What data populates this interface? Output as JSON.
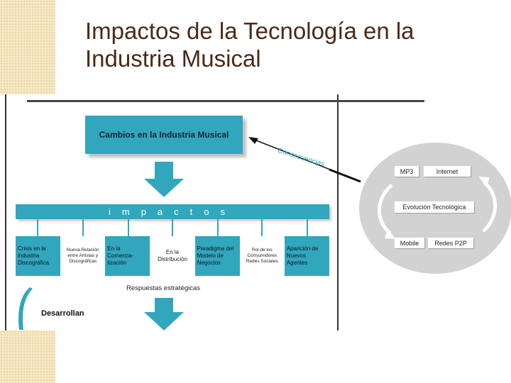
{
  "slide": {
    "title": "Impactos de la Tecnología en la Industria Musical"
  },
  "diagram": {
    "changes_box": "Cambios en la Industria Musical",
    "consequences_label": "Consecuencias",
    "impacts_header": "Impactos",
    "impacts": [
      {
        "label": "Crisis en la industria Discográfica",
        "style": "teal"
      },
      {
        "label": "Nueva Relación entre Artistas y Discográficas",
        "style": "white"
      },
      {
        "label": "En la Comercia- lización",
        "style": "teal"
      },
      {
        "label": "En la Distribución",
        "style": "white"
      },
      {
        "label": "Paradigma del Modelo de Negocios",
        "style": "teal"
      },
      {
        "label": "Rol de los Consumidores Redes Sociales",
        "style": "white"
      },
      {
        "label": "Aparición de Nuevos Agentes",
        "style": "teal"
      }
    ],
    "responses_label": "Respuestas estratégicas",
    "develop_label": "Desarrollan",
    "cycle": {
      "mp3": "MP3",
      "internet": "Internet",
      "evolution": "Evolución Tecnológica",
      "mobile": "Mobile",
      "p2p": "Redes P2P"
    }
  },
  "colors": {
    "accent": "#31a7bd",
    "title": "#4a2a18",
    "circle": "#d2d2d2"
  }
}
